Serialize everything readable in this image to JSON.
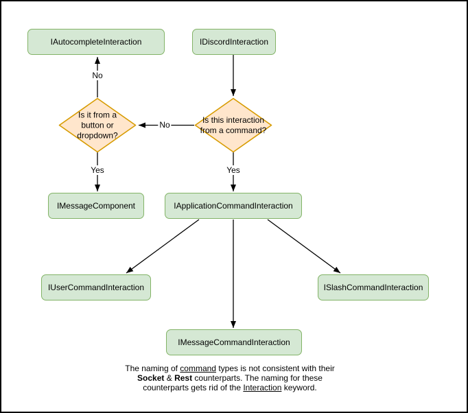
{
  "diagram": {
    "nodes": {
      "autocomplete": "IAutocompleteInteraction",
      "discord": "IDiscordInteraction",
      "message_component": "IMessageComponent",
      "app_command": "IApplicationCommandInteraction",
      "user_command": "IUserCommandInteraction",
      "slash_command": "ISlashCommandInteraction",
      "message_command": "IMessageCommandInteraction"
    },
    "decisions": {
      "button_dropdown": "Is it from a button or dropdown?",
      "from_command": "Is this interaction from a command?"
    },
    "edge_labels": {
      "no_to_autocomplete": "No",
      "no_between_decisions": "No",
      "yes_to_message_component": "Yes",
      "yes_to_app_command": "Yes"
    },
    "note": {
      "l1a": "The naming of ",
      "l1b": "command",
      "l1c": " types is not consistent with their",
      "l2a": "Socket",
      "l2b": " & ",
      "l2c": "Rest",
      "l2d": " counterparts. The naming for these",
      "l3a": "counterparts gets rid of the ",
      "l3b": "Interaction",
      "l3c": " keyword."
    },
    "colors": {
      "node_fill": "#d5e8d4",
      "node_border": "#82b366",
      "decision_fill": "#ffe6cc",
      "decision_border": "#d79b00",
      "arrow": "#000000",
      "text": "#000000",
      "canvas_border": "#000000",
      "background": "#ffffff"
    }
  }
}
